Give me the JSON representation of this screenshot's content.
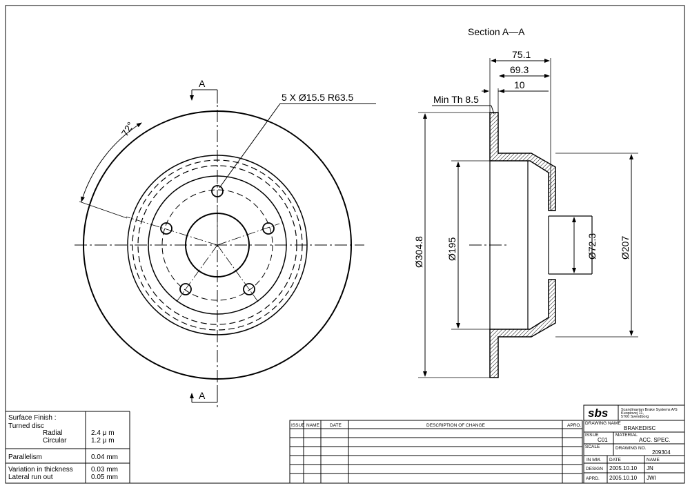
{
  "section_title": "Section A—A",
  "section_marker": "A",
  "front_view": {
    "bolt_pattern_label": "5 X Ø15.5 R63.5",
    "angle_label": "72°"
  },
  "section_view": {
    "dim_overall_width": "75.1",
    "dim_hat_width": "69.3",
    "dim_disc_thickness": "10",
    "dim_min_thickness": "Min Th 8.5",
    "dim_outer_diameter": "Ø304.8",
    "dim_hat_inner_diameter": "Ø195",
    "dim_center_bore": "Ø72.3",
    "dim_hat_outer_diameter": "Ø207"
  },
  "surface_table": {
    "title": "Surface Finish :",
    "turned_disc": "Turned disc",
    "radial_label": "Radial",
    "radial_value": "2.4 μ m",
    "circular_label": "Circular",
    "circular_value": "1.2 μ m",
    "parallelism_label": "Parallelism",
    "parallelism_value": "0.04 mm",
    "variation_label": "Variation in thickness",
    "variation_value": "0.03 mm",
    "runout_label": "Lateral run out",
    "runout_value": "0.05 mm"
  },
  "change_table": {
    "issue_header": "ISSUE",
    "name_header": "NAME",
    "date_header": "DATE",
    "description_header": "DESCRIPTION OF CHANGE",
    "apro_header": "APRO."
  },
  "title_block": {
    "logo": "sbs",
    "company_line1": "Scandinavian Brake Systems A/S",
    "company_line2": "Kuopiovej 11,",
    "company_line3": "5700 Svendborg",
    "drawing_name_label": "DRAWING NAME",
    "drawing_name_value": "BRAKEDISC",
    "issue_label": "ISSUE",
    "issue_value": "C01",
    "material_label": "MATERIAL",
    "material_value": "ACC. SPEC.",
    "scale_label": "SCALE",
    "drawing_no_label": "DRAWING NO.",
    "drawing_no_value": "209304",
    "in_mm_label": "IN MM.",
    "date_label": "DATE",
    "name_label": "NAME",
    "design_label": "DESIGN",
    "design_date": "2005.10.10",
    "design_name": "JN",
    "aprd_label": "APRD.",
    "aprd_date": "2005.10.10",
    "aprd_name": "JWI"
  }
}
